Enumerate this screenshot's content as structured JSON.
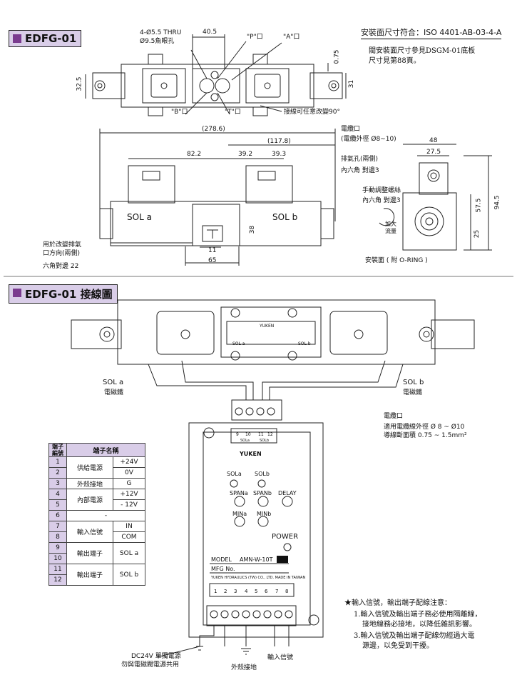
{
  "top": {
    "section_title": "EDFG-01",
    "standard": "安裝面尺寸符合：ISO 4401-AB-03-4-A",
    "note_lines": [
      "閥安裝面尺寸參見DSGM-01底板",
      "尺寸見第88頁。"
    ],
    "thru_label_1": "4-Ø5.5 THRU",
    "thru_label_2": "Ø9.5魚眼孔",
    "dim_40_5": "40.5",
    "dim_32_5": "32.5",
    "dim_0_75": "0.75",
    "dim_31": "31",
    "port_p": "\"P\"口",
    "port_a": "\"A\"口",
    "port_b": "\"B\"口",
    "port_t": "\"T\"口",
    "rotate_note": "接線可任意改變90°",
    "dim_278_6": "(278.6)",
    "dim_117_8": "(117.8)",
    "dim_82_2": "82.2",
    "dim_39_2": "39.2",
    "dim_39_3": "39.3",
    "cable_port": "電纜口",
    "cable_dia": "(電纜外徑 Ø8~10)",
    "exhaust": "排氣孔(兩側)",
    "hex_3": "內六角 對邊3",
    "sol_a": "SOL a",
    "sol_b": "SOL b",
    "dim_38": "38",
    "dim_11": "11",
    "dim_65": "65",
    "change_exhaust_1": "用於改變排氣",
    "change_exhaust_2": "口方向(兩側)",
    "hex_22": "六角對邊 22",
    "dim_48": "48",
    "dim_27_5": "27.5",
    "manual_screw": "手動調整螺絲",
    "hex_3b": "內六角 對邊3",
    "increase_1": "加大",
    "increase_2": "流量",
    "dim_94_5": "94.5",
    "dim_57_5": "57.5",
    "dim_25": "25",
    "mount_face": "安裝面 ( 附 O-RING )"
  },
  "wiring": {
    "section_title": "EDFG-01 接線圖",
    "sol_a": "SOL  a",
    "sol_a_sub": "電磁鐵",
    "sol_b": "SOL  b",
    "sol_b_sub": "電磁鐵",
    "cable_port": "電纜口",
    "cable_note_1": "適用電纜線外徑 Ø 8 ~ Ø10",
    "cable_note_2": "導線斷面積 0.75 ~ 1.5mm²",
    "rail_sol_a": "SOL a",
    "rail_sol_b": "SOL b",
    "rail_brand": "YUKEN",
    "upper_terms": [
      "9",
      "10",
      "11",
      "12"
    ],
    "upper_sub_a": "SOLa",
    "upper_sub_b": "SOLb",
    "brand": "YUKEN",
    "led_sola": "SOLa",
    "led_solb": "SOLb",
    "spana": "SPANa",
    "spanb": "SPANb",
    "delay": "DELAY",
    "mina": "MINa",
    "minb": "MINb",
    "power": "POWER",
    "model_label": "MODEL",
    "model_value": "AMN-W-10T",
    "mfg_label": "MFG No.",
    "company": "YUKEN HYDRAULICS (TW) CO., LTD.   MADE IN TAIWAN",
    "lower_terms": [
      "1",
      "2",
      "3",
      "4",
      "5",
      "6",
      "7",
      "8"
    ],
    "dc_label_1": "DC24V 單獨電源",
    "dc_label_2": "勿與電磁閥電源共用",
    "ground_label": "外殼接地",
    "input_label": "輸入信號"
  },
  "table": {
    "h1": "端子編號",
    "h2": "端子名稱",
    "rows": [
      {
        "n": "1",
        "name": "供給電源",
        "val": "+24V"
      },
      {
        "n": "2",
        "name": "",
        "val": "0V"
      },
      {
        "n": "3",
        "name": "外殼接地",
        "val": "G"
      },
      {
        "n": "4",
        "name": "內部電源",
        "val": "+12V"
      },
      {
        "n": "5",
        "name": "",
        "val": "- 12V"
      },
      {
        "n": "6",
        "name": "-",
        "val": ""
      },
      {
        "n": "7",
        "name": "輸入信號",
        "val": "IN"
      },
      {
        "n": "8",
        "name": "",
        "val": "COM"
      },
      {
        "n": "9",
        "name": "輸出端子",
        "val": "SOL a"
      },
      {
        "n": "10",
        "name": "",
        "val": ""
      },
      {
        "n": "11",
        "name": "輸出端子",
        "val": "SOL b"
      },
      {
        "n": "12",
        "name": "",
        "val": ""
      }
    ]
  },
  "notes": {
    "title": "★輸入信號，輸出端子配線注意：",
    "l1": "1.輸入信號及輸出端子務必使用隔離線，",
    "l2": "接地線務必接地，以降低雜訊影響。",
    "l3": "3.輸入信號及輸出端子配線勿經過大電",
    "l4": "源邊，以免受到干擾。"
  }
}
